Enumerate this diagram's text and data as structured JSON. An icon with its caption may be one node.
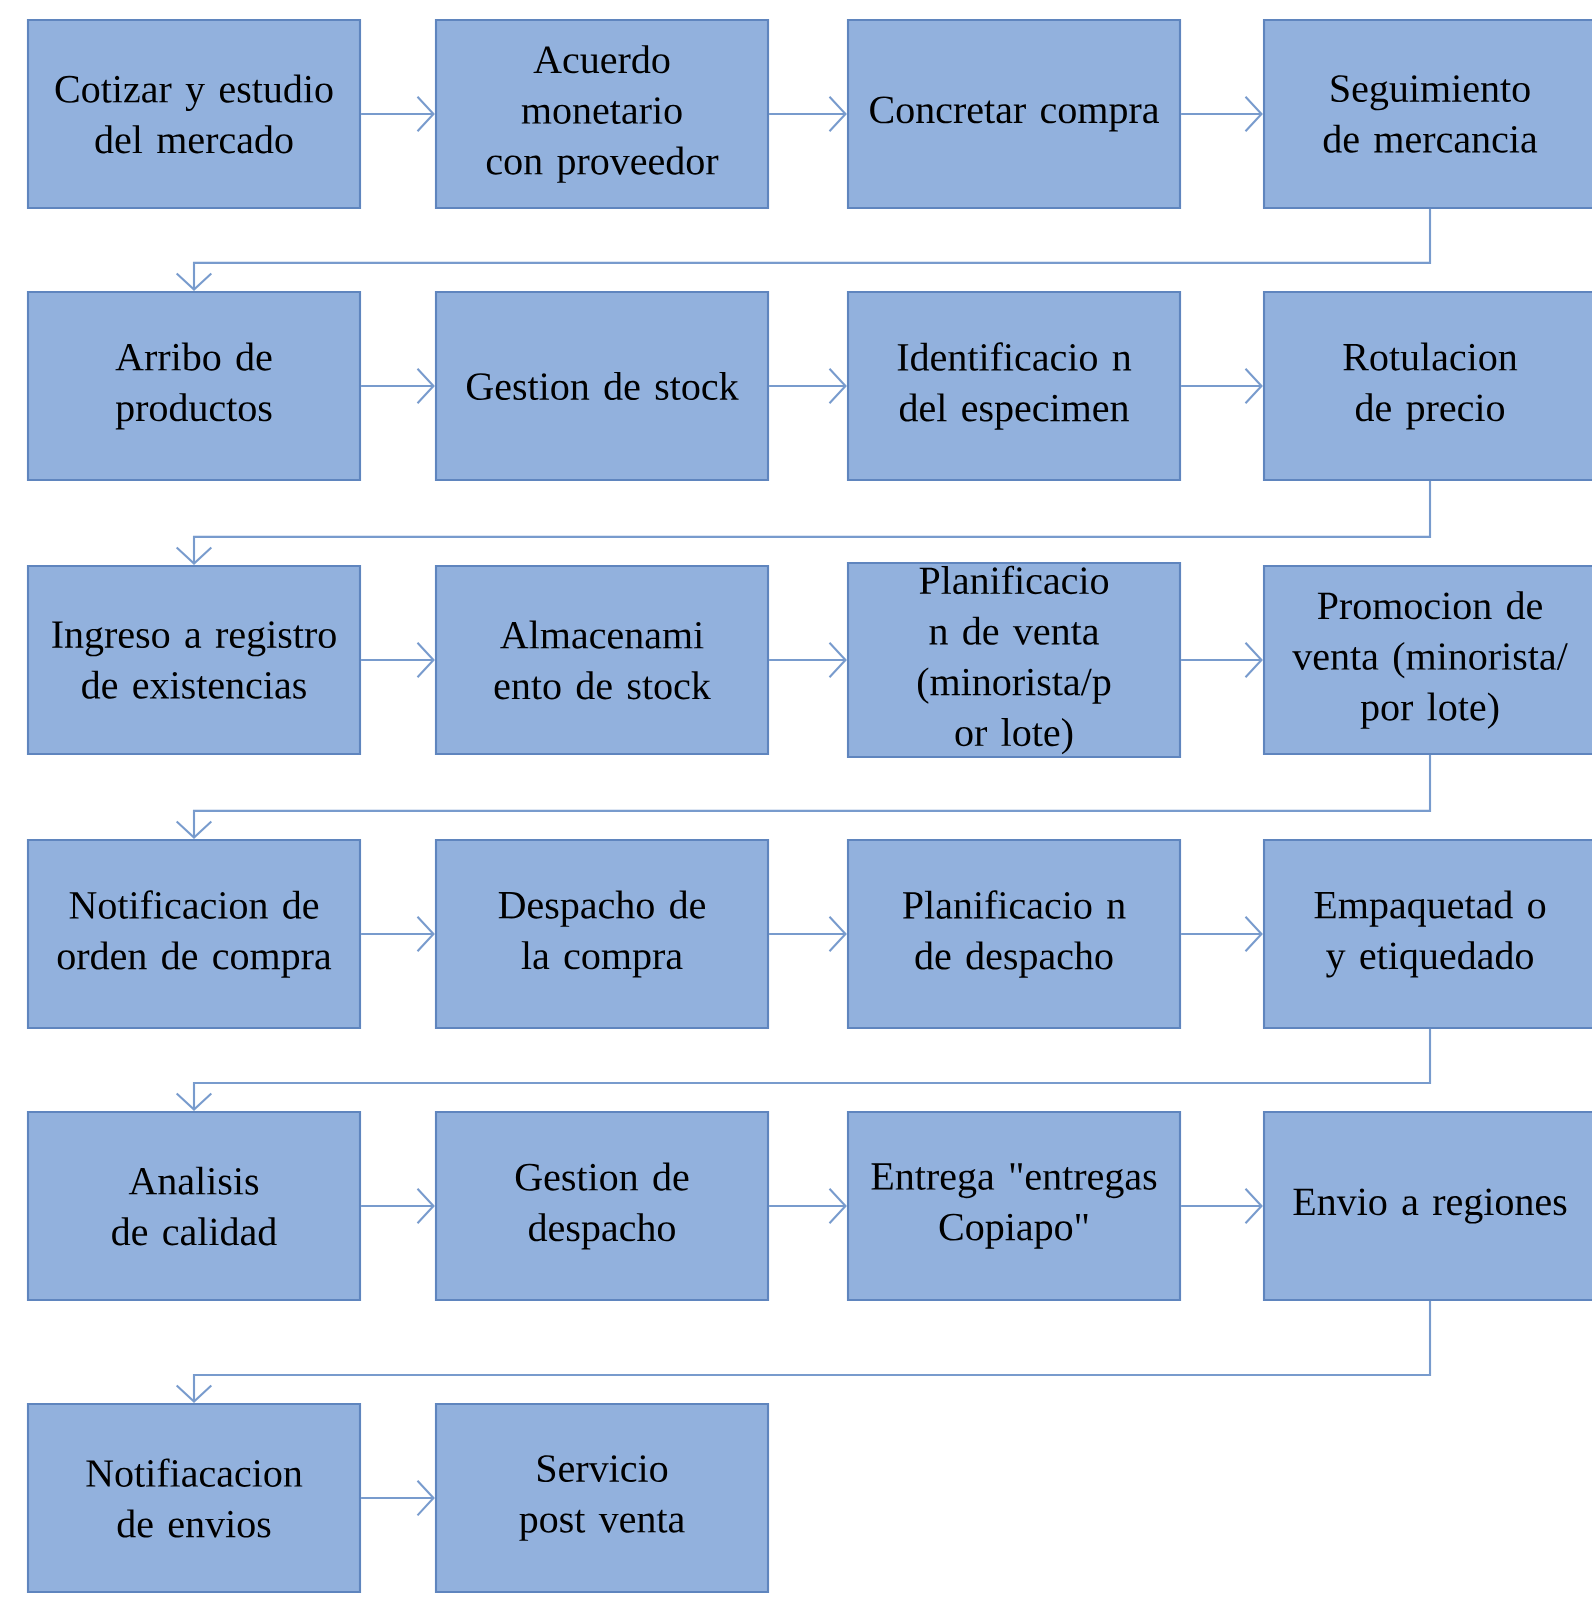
{
  "diagram": {
    "nodes": [
      {
        "text": [
          "Cotizar y estudio del mercado"
        ]
      },
      {
        "text": [
          "Acuerdo monetario con proveedor"
        ]
      },
      {
        "text": [
          "Concretar compra"
        ]
      },
      {
        "text": [
          "Seguimiento de mercancia"
        ]
      },
      {
        "text": [
          "Arribo de productos"
        ]
      },
      {
        "text": [
          "Gestion de stock"
        ]
      },
      {
        "text": [
          "Identificacio n del especimen"
        ]
      },
      {
        "text": [
          "Rotulacion de precio"
        ]
      },
      {
        "text": [
          "Ingreso a registro de existencias"
        ]
      },
      {
        "text": [
          "Almacenami ento de stock"
        ]
      },
      {
        "text": [
          "Planificacio n de venta (minorista/p or lote)"
        ]
      },
      {
        "text": [
          "Promocion de venta (minorista/ por lote)"
        ]
      },
      {
        "text": [
          "Notificacion de orden de compra"
        ]
      },
      {
        "text": [
          "Despacho de la compra"
        ]
      },
      {
        "text": [
          "Planificacio n de despacho"
        ]
      },
      {
        "text": [
          "Empaquetad o y etiquedado"
        ]
      },
      {
        "text": [
          "Analisis de calidad"
        ]
      },
      {
        "text": [
          "Gestion de despacho"
        ]
      },
      {
        "text": [
          "Entrega \"entregas Copiapo\""
        ]
      },
      {
        "text": [
          "Envio a regiones"
        ]
      },
      {
        "text": [
          "Notifiacacion de envios"
        ]
      },
      {
        "text": [
          "Servicio post venta"
        ]
      }
    ],
    "edges": [
      {
        "from": 0,
        "to": 1,
        "arrow": "to"
      },
      {
        "from": 1,
        "to": 2,
        "arrow": "to"
      },
      {
        "from": 2,
        "to": 3,
        "arrow": "to"
      },
      {
        "from": 3,
        "to": 4,
        "arrow": "to"
      },
      {
        "from": 4,
        "to": 5,
        "arrow": "to"
      },
      {
        "from": 5,
        "to": 6,
        "arrow": "to"
      },
      {
        "from": 6,
        "to": 7,
        "arrow": "to"
      },
      {
        "from": 7,
        "to": 8,
        "arrow": "to"
      },
      {
        "from": 8,
        "to": 9,
        "arrow": "to"
      },
      {
        "from": 9,
        "to": 10,
        "arrow": "to"
      },
      {
        "from": 10,
        "to": 11,
        "arrow": "to"
      },
      {
        "from": 11,
        "to": 12,
        "arrow": "to"
      },
      {
        "from": 12,
        "to": 13,
        "arrow": "to"
      },
      {
        "from": 13,
        "to": 14,
        "arrow": "to"
      },
      {
        "from": 14,
        "to": 15,
        "arrow": "to"
      },
      {
        "from": 15,
        "to": 16,
        "arrow": "to"
      },
      {
        "from": 16,
        "to": 17,
        "arrow": "to"
      },
      {
        "from": 17,
        "to": 18,
        "arrow": "to"
      },
      {
        "from": 18,
        "to": 19,
        "arrow": "to"
      },
      {
        "from": 19,
        "to": 20,
        "arrow": "to"
      },
      {
        "from": 20,
        "to": 21,
        "arrow": "to"
      }
    ]
  }
}
